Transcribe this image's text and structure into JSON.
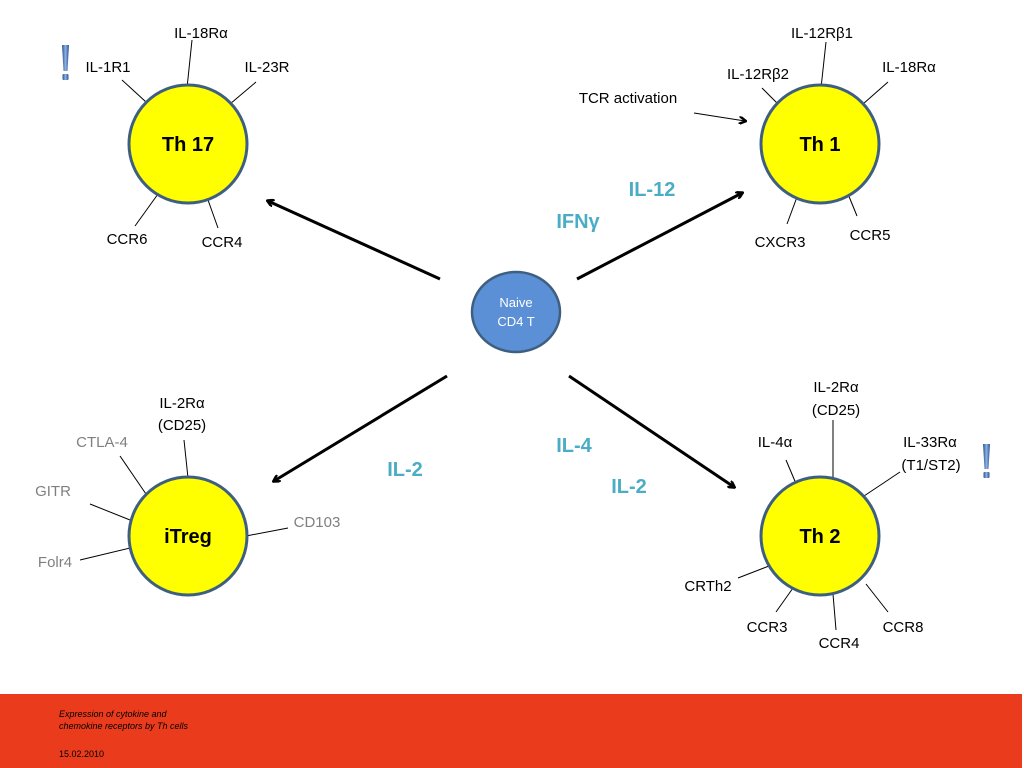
{
  "colors": {
    "cell_fill": "#ffff00",
    "cell_stroke": "#3e5f7f",
    "naive_fill": "#5b8fd6",
    "cytokine": "#4bacc6",
    "footer": "#ea3c1c",
    "grey_text": "#808080"
  },
  "naive": {
    "line1": "Naive",
    "line2": "CD4 T"
  },
  "th17": {
    "name": "Th 17",
    "receptors": {
      "il18ra": "IL-18Rα",
      "il1r1": "IL-1R1",
      "il23r": "IL-23R",
      "ccr6": "CCR6",
      "ccr4": "CCR4"
    }
  },
  "th1": {
    "name": "Th 1",
    "receptors": {
      "il12rb1": "IL-12Rβ1",
      "il12rb2": "IL-12Rβ2",
      "il18ra": "IL-18Rα",
      "cxcr3": "CXCR3",
      "ccr5": "CCR5"
    },
    "tcr_activation": "TCR activation"
  },
  "itreg": {
    "name": "iTreg",
    "receptors": {
      "il2ra_1": "IL-2Rα",
      "il2ra_2": "(CD25)",
      "ctla4": "CTLA-4",
      "gitr": "GITR",
      "folr4": "Folr4",
      "cd103": "CD103"
    }
  },
  "th2": {
    "name": "Th 2",
    "receptors": {
      "il2ra_1": "IL-2Rα",
      "il2ra_2": "(CD25)",
      "il4a": "IL-4α",
      "il33ra_1": "IL-33Rα",
      "il33ra_2": "(T1/ST2)",
      "crth2": "CRTh2",
      "ccr3": "CCR3",
      "ccr4": "CCR4",
      "ccr8": "CCR8"
    }
  },
  "cytokines": {
    "il12": "IL-12",
    "ifng": "IFNγ",
    "il2_left": "IL-2",
    "il4": "IL-4",
    "il2_right": "IL-2"
  },
  "footer": {
    "caption_line1": "Expression of cytokine and",
    "caption_line2": "chemokine receptors by Th cells",
    "date": "15.02.2010"
  }
}
